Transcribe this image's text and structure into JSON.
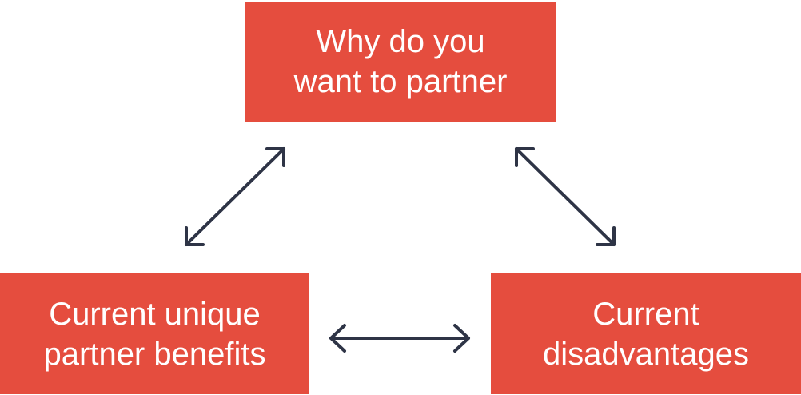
{
  "colors": {
    "box_fill": "#E54D3E",
    "box_text": "#FFFFFF",
    "arrow": "#2E3446"
  },
  "nodes": {
    "top": {
      "lines": [
        "Why do you",
        "want to partner"
      ]
    },
    "left": {
      "lines": [
        "Current unique",
        "partner benefits"
      ]
    },
    "right": {
      "lines": [
        "Current",
        "disadvantages"
      ]
    }
  }
}
